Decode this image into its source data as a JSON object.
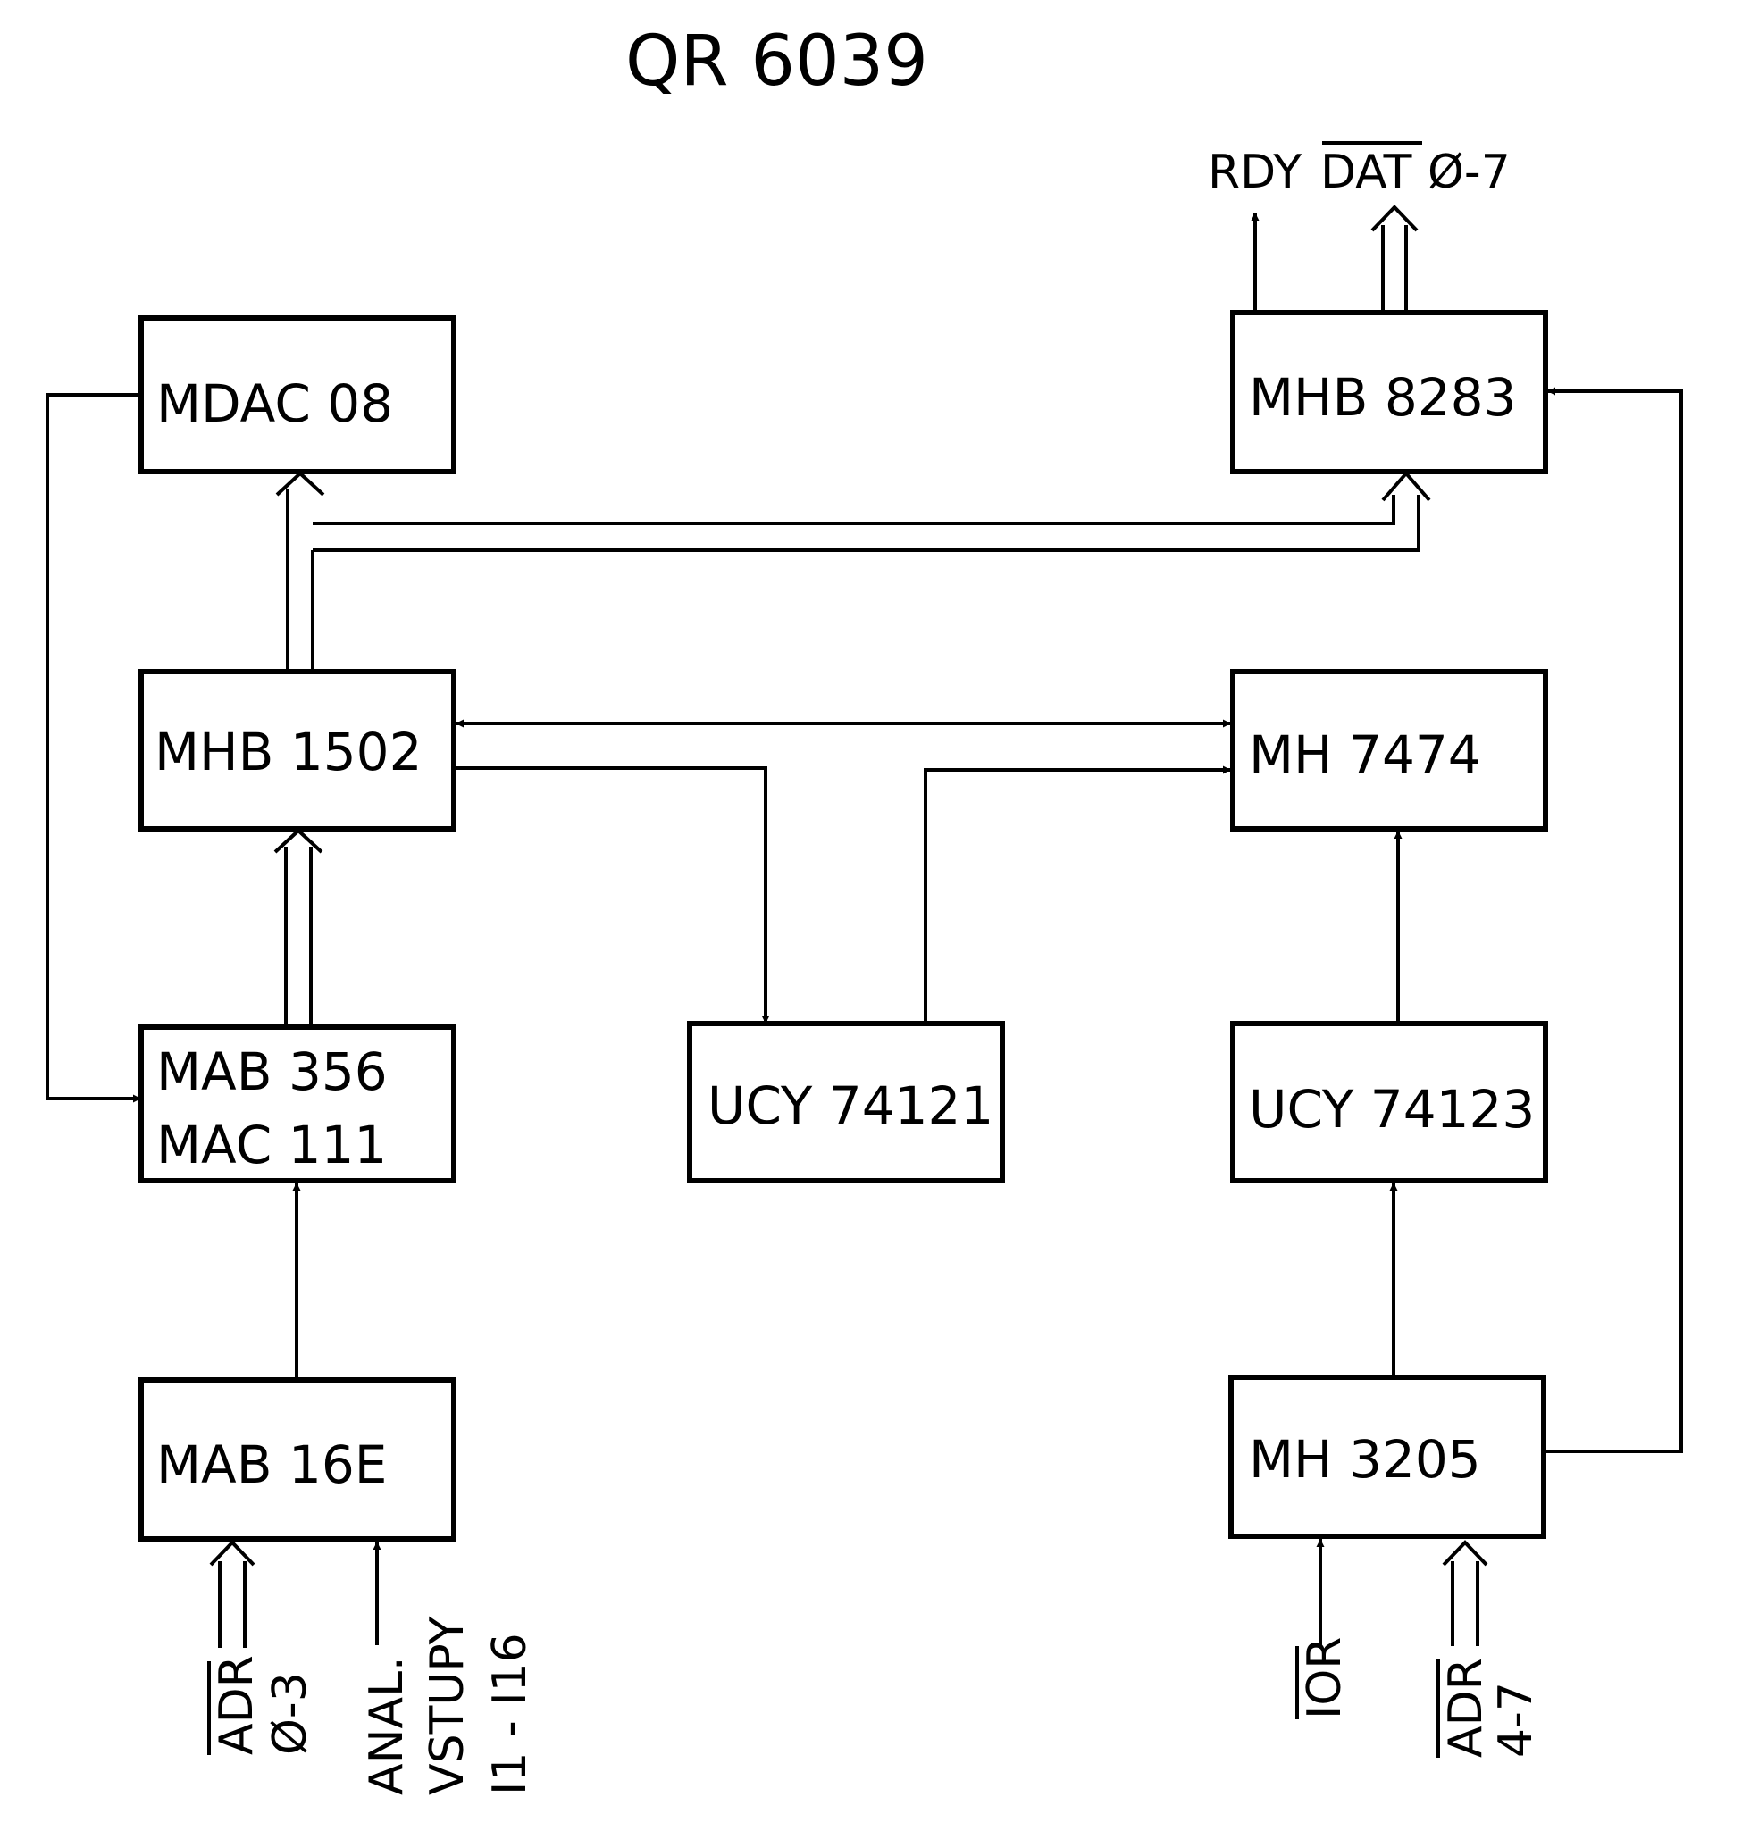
{
  "title": "QR 6039",
  "colors": {
    "ink": "#000000",
    "paper": "#ffffff"
  },
  "blocks": {
    "mdac08": {
      "lines": [
        "MDAC  08"
      ]
    },
    "mhb8283": {
      "lines": [
        "MHB  8283"
      ]
    },
    "mhb1502": {
      "lines": [
        "MHB  1502"
      ]
    },
    "mh7474": {
      "lines": [
        "MH  7474"
      ]
    },
    "mab356": {
      "lines": [
        "MAB  356",
        "MAC  111"
      ]
    },
    "ucy74121": {
      "lines": [
        "UCY  74121"
      ]
    },
    "ucy74123": {
      "lines": [
        "UCY  74123"
      ]
    },
    "mab16e": {
      "lines": [
        "MAB  16E"
      ]
    },
    "mh3205": {
      "lines": [
        "MH  3205"
      ]
    }
  },
  "signals": {
    "rdy": "RDY",
    "dat": "DAT",
    "dat_range": "Ø-7",
    "adr_low": "ADR",
    "adr_low_range": "Ø-3",
    "anal_1": "ANAL.",
    "anal_2": "VSTUPY",
    "anal_3": "I1 - I16",
    "ior": "IOR",
    "adr_high": "ADR",
    "adr_high_range": "4-7"
  },
  "connections": [
    {
      "from": "MDAC 08",
      "to": "MAB 356 / MAC 111",
      "kind": "signal"
    },
    {
      "from": "MHB 1502",
      "to": "MDAC 08",
      "kind": "bus"
    },
    {
      "from": "MHB 1502",
      "to": "MHB 8283",
      "kind": "bus"
    },
    {
      "from": "MHB 1502",
      "to": "MH 7474",
      "kind": "bidirectional"
    },
    {
      "from": "MHB 1502",
      "to": "UCY 74121",
      "kind": "signal"
    },
    {
      "from": "UCY 74121",
      "to": "MH 7474",
      "kind": "signal"
    },
    {
      "from": "MAB 356 / MAC 111",
      "to": "MHB 1502",
      "kind": "bus"
    },
    {
      "from": "MAB 16E",
      "to": "MAB 356 / MAC 111",
      "kind": "signal"
    },
    {
      "from": "UCY 74123",
      "to": "MH 7474",
      "kind": "signal"
    },
    {
      "from": "MH 3205",
      "to": "UCY 74123",
      "kind": "signal"
    },
    {
      "from": "MH 3205",
      "to": "MHB 8283",
      "kind": "signal"
    },
    {
      "from": "MHB 8283",
      "to": "RDY",
      "kind": "signal"
    },
    {
      "from": "MHB 8283",
      "to": "DAT Ø-7",
      "kind": "bus"
    },
    {
      "from": "ADR Ø-3",
      "to": "MAB 16E",
      "kind": "bus"
    },
    {
      "from": "ANAL. VSTUPY I1 - I16",
      "to": "MAB 16E",
      "kind": "signal"
    },
    {
      "from": "IOR",
      "to": "MH 3205",
      "kind": "signal"
    },
    {
      "from": "ADR 4-7",
      "to": "MH 3205",
      "kind": "bus"
    }
  ]
}
